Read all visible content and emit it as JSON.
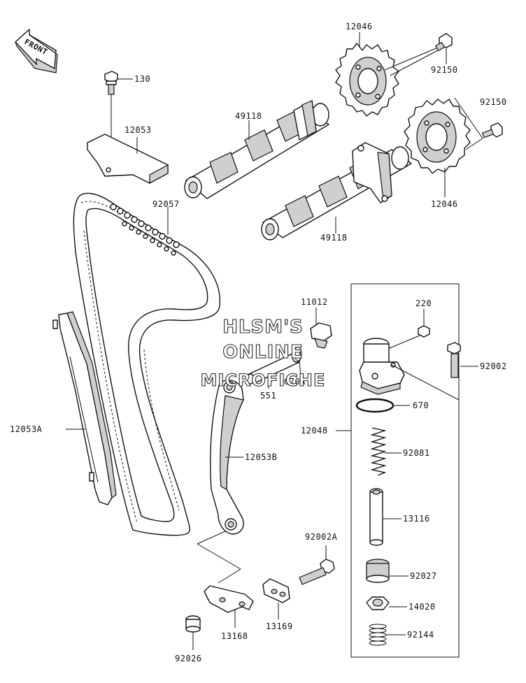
{
  "front_arrow": {
    "text": "FRONT"
  },
  "watermark": {
    "line1": "HLSM'S",
    "line2": "ONLINE",
    "line3": "MICROFICHE"
  },
  "labels": {
    "l130": "130",
    "l12053": "12053",
    "l49118_top": "49118",
    "l92057": "92057",
    "l12046_top": "12046",
    "l92150_top": "92150",
    "l92150_right": "92150",
    "l12046_bottom": "12046",
    "l49118_bottom": "49118",
    "l11012": "11012",
    "l220": "220",
    "l92002": "92002",
    "l670A": "670A",
    "l551": "551",
    "l670": "670",
    "l12048": "12048",
    "l12053A": "12053A",
    "l12053B": "12053B",
    "l92081": "92081",
    "l13116": "13116",
    "l92002A": "92002A",
    "l92027": "92027",
    "l14020": "14020",
    "l13169": "13169",
    "l13168": "13168",
    "l92144": "92144",
    "l92026": "92026"
  }
}
